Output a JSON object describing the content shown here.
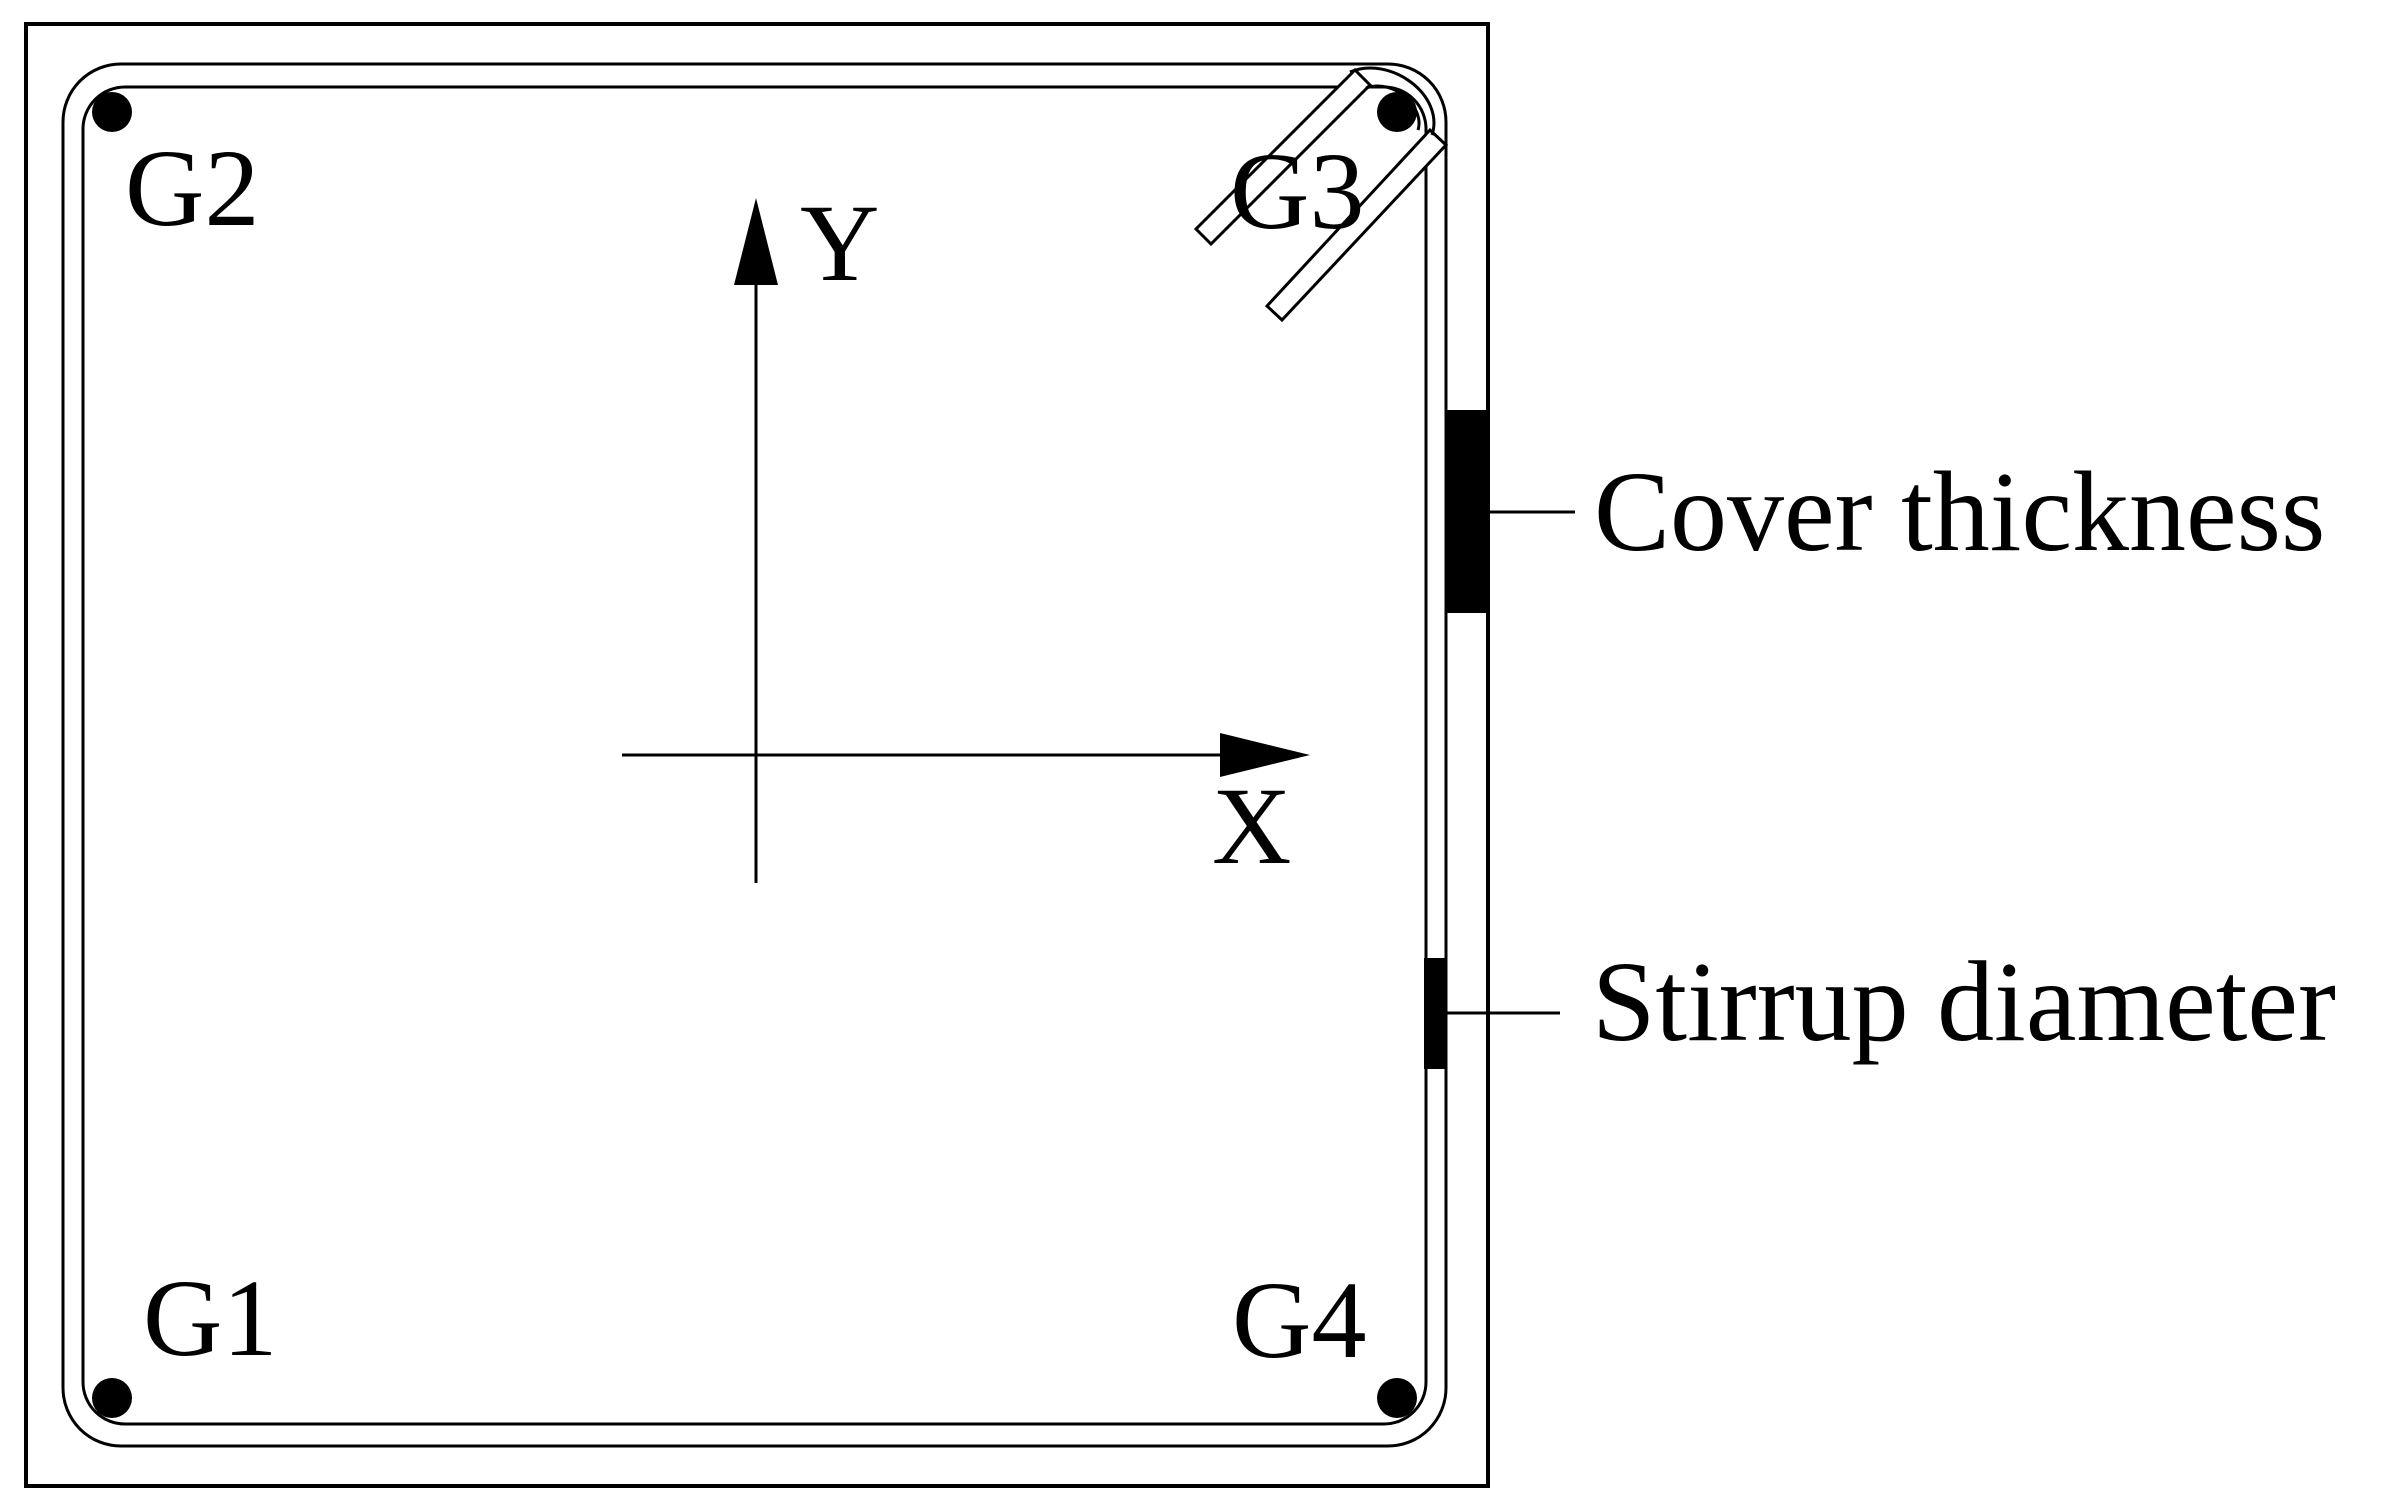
{
  "diagram": {
    "bars": [
      {
        "id": "G1",
        "label": "G1"
      },
      {
        "id": "G2",
        "label": "G2"
      },
      {
        "id": "G3",
        "label": "G3"
      },
      {
        "id": "G4",
        "label": "G4"
      }
    ],
    "axes": {
      "x_label": "X",
      "y_label": "Y"
    },
    "callouts": {
      "cover_thickness": "Cover thickness",
      "stirrup_diameter": "Stirrup diameter"
    },
    "colors": {
      "line": "#000000",
      "background": "#ffffff"
    }
  }
}
